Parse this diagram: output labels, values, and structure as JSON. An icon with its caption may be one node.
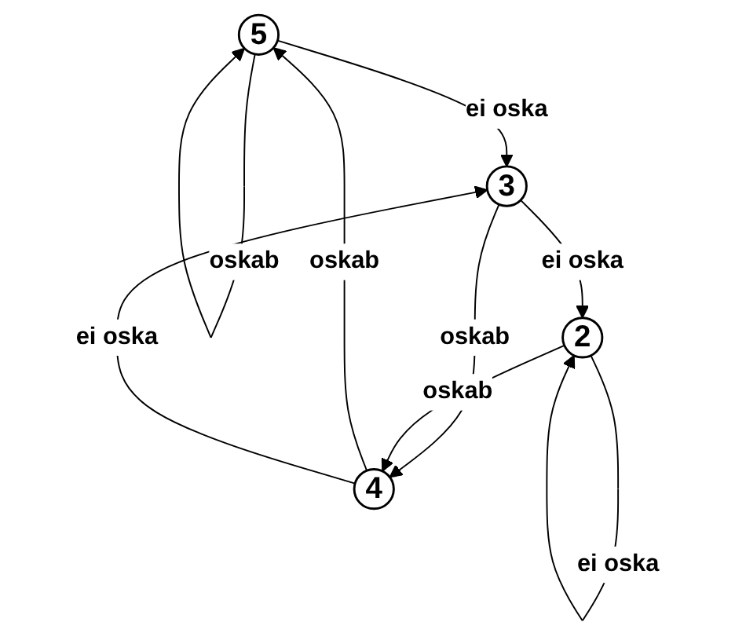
{
  "diagram": {
    "nodes": [
      {
        "text": [
          "5"
        ]
      },
      {
        "text": [
          "3"
        ]
      },
      {
        "text": [
          "4"
        ]
      },
      {
        "text": [
          "2"
        ]
      }
    ],
    "edges": [
      {
        "from": 0,
        "to": 0,
        "arrow": "to",
        "label": "oskab"
      },
      {
        "from": 0,
        "to": 1,
        "arrow": "to",
        "label": "ei oska"
      },
      {
        "from": 1,
        "to": 2,
        "arrow": "to",
        "label": "oskab"
      },
      {
        "from": 2,
        "to": 0,
        "arrow": "to",
        "label": "oskab"
      },
      {
        "from": 2,
        "to": 1,
        "arrow": "to",
        "label": "ei oska"
      },
      {
        "from": 1,
        "to": 3,
        "arrow": "to",
        "label": "ei oska"
      },
      {
        "from": 3,
        "to": 3,
        "arrow": "to",
        "label": "ei oska"
      },
      {
        "from": 3,
        "to": 2,
        "arrow": "to",
        "label": "oskab"
      }
    ]
  }
}
